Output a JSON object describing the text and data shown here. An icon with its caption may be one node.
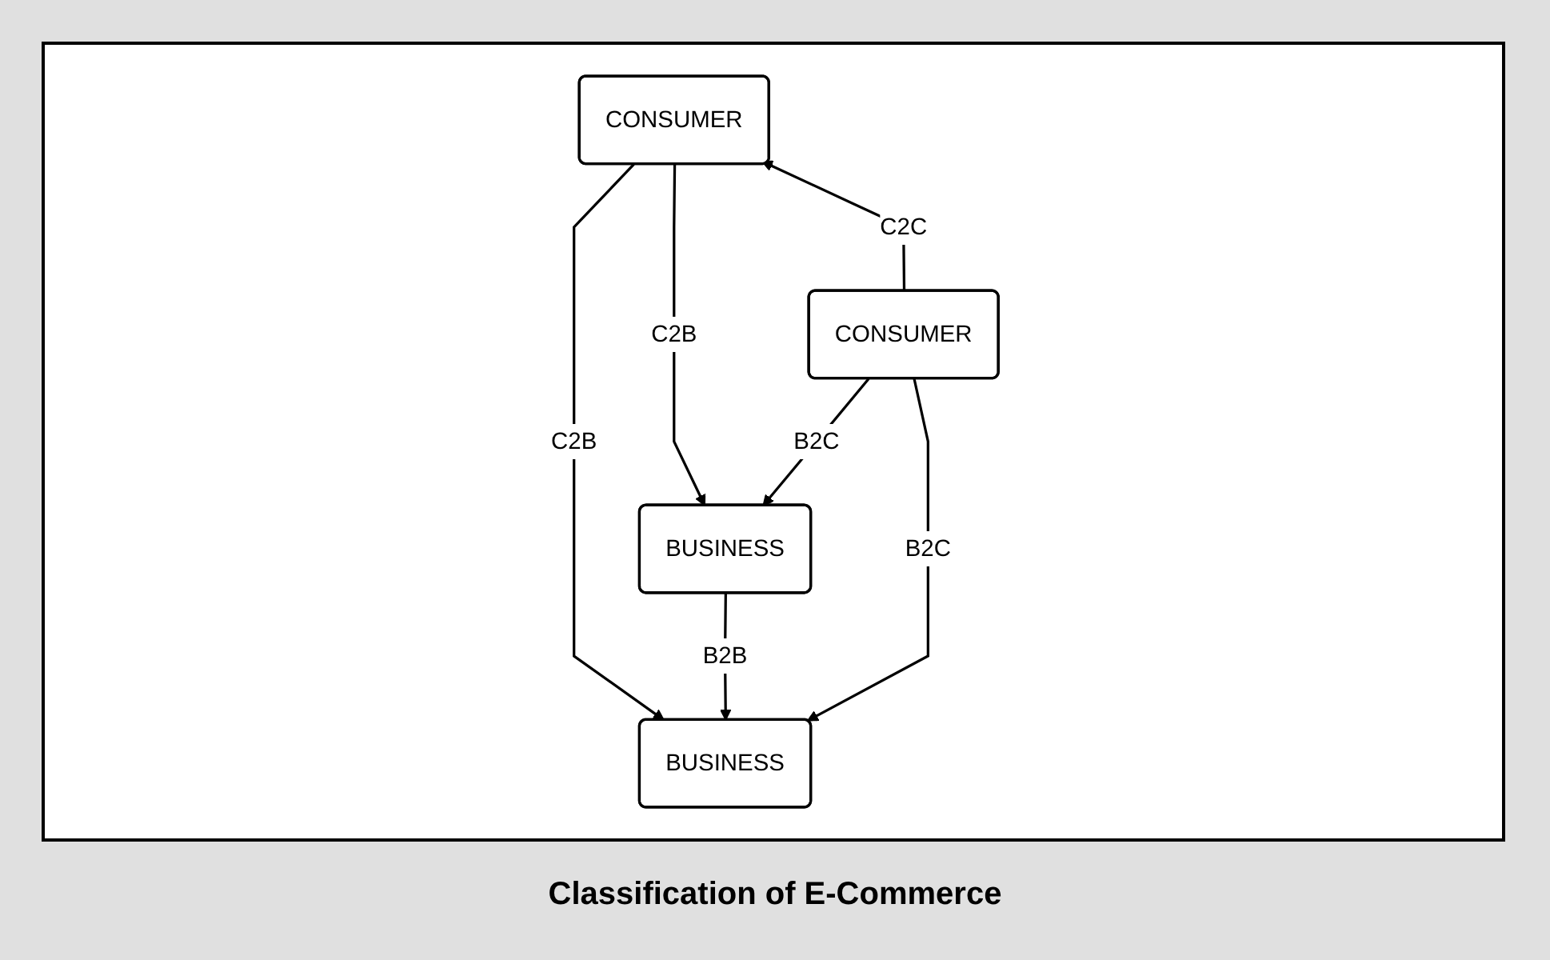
{
  "diagram": {
    "caption": "Classification of E-Commerce",
    "nodes": [
      {
        "text": [
          "CONSUMER"
        ]
      },
      {
        "text": [
          "BUSINESS"
        ]
      },
      {
        "text": [
          "BUSINESS"
        ]
      },
      {
        "text": [
          "CONSUMER"
        ]
      }
    ],
    "edges": [
      {
        "from": 0,
        "to": 1,
        "arrow": "to",
        "label": "C2B"
      },
      {
        "from": 0,
        "to": 2,
        "arrow": "to",
        "label": "C2B"
      },
      {
        "from": 3,
        "to": 0,
        "arrow": "to",
        "label": "C2C"
      },
      {
        "from": 2,
        "to": 1,
        "arrow": "to",
        "label": "B2B"
      },
      {
        "from": 3,
        "to": 1,
        "arrow": "to",
        "label": "B2C"
      },
      {
        "from": 3,
        "to": 2,
        "arrow": "to",
        "label": "B2C"
      }
    ]
  }
}
